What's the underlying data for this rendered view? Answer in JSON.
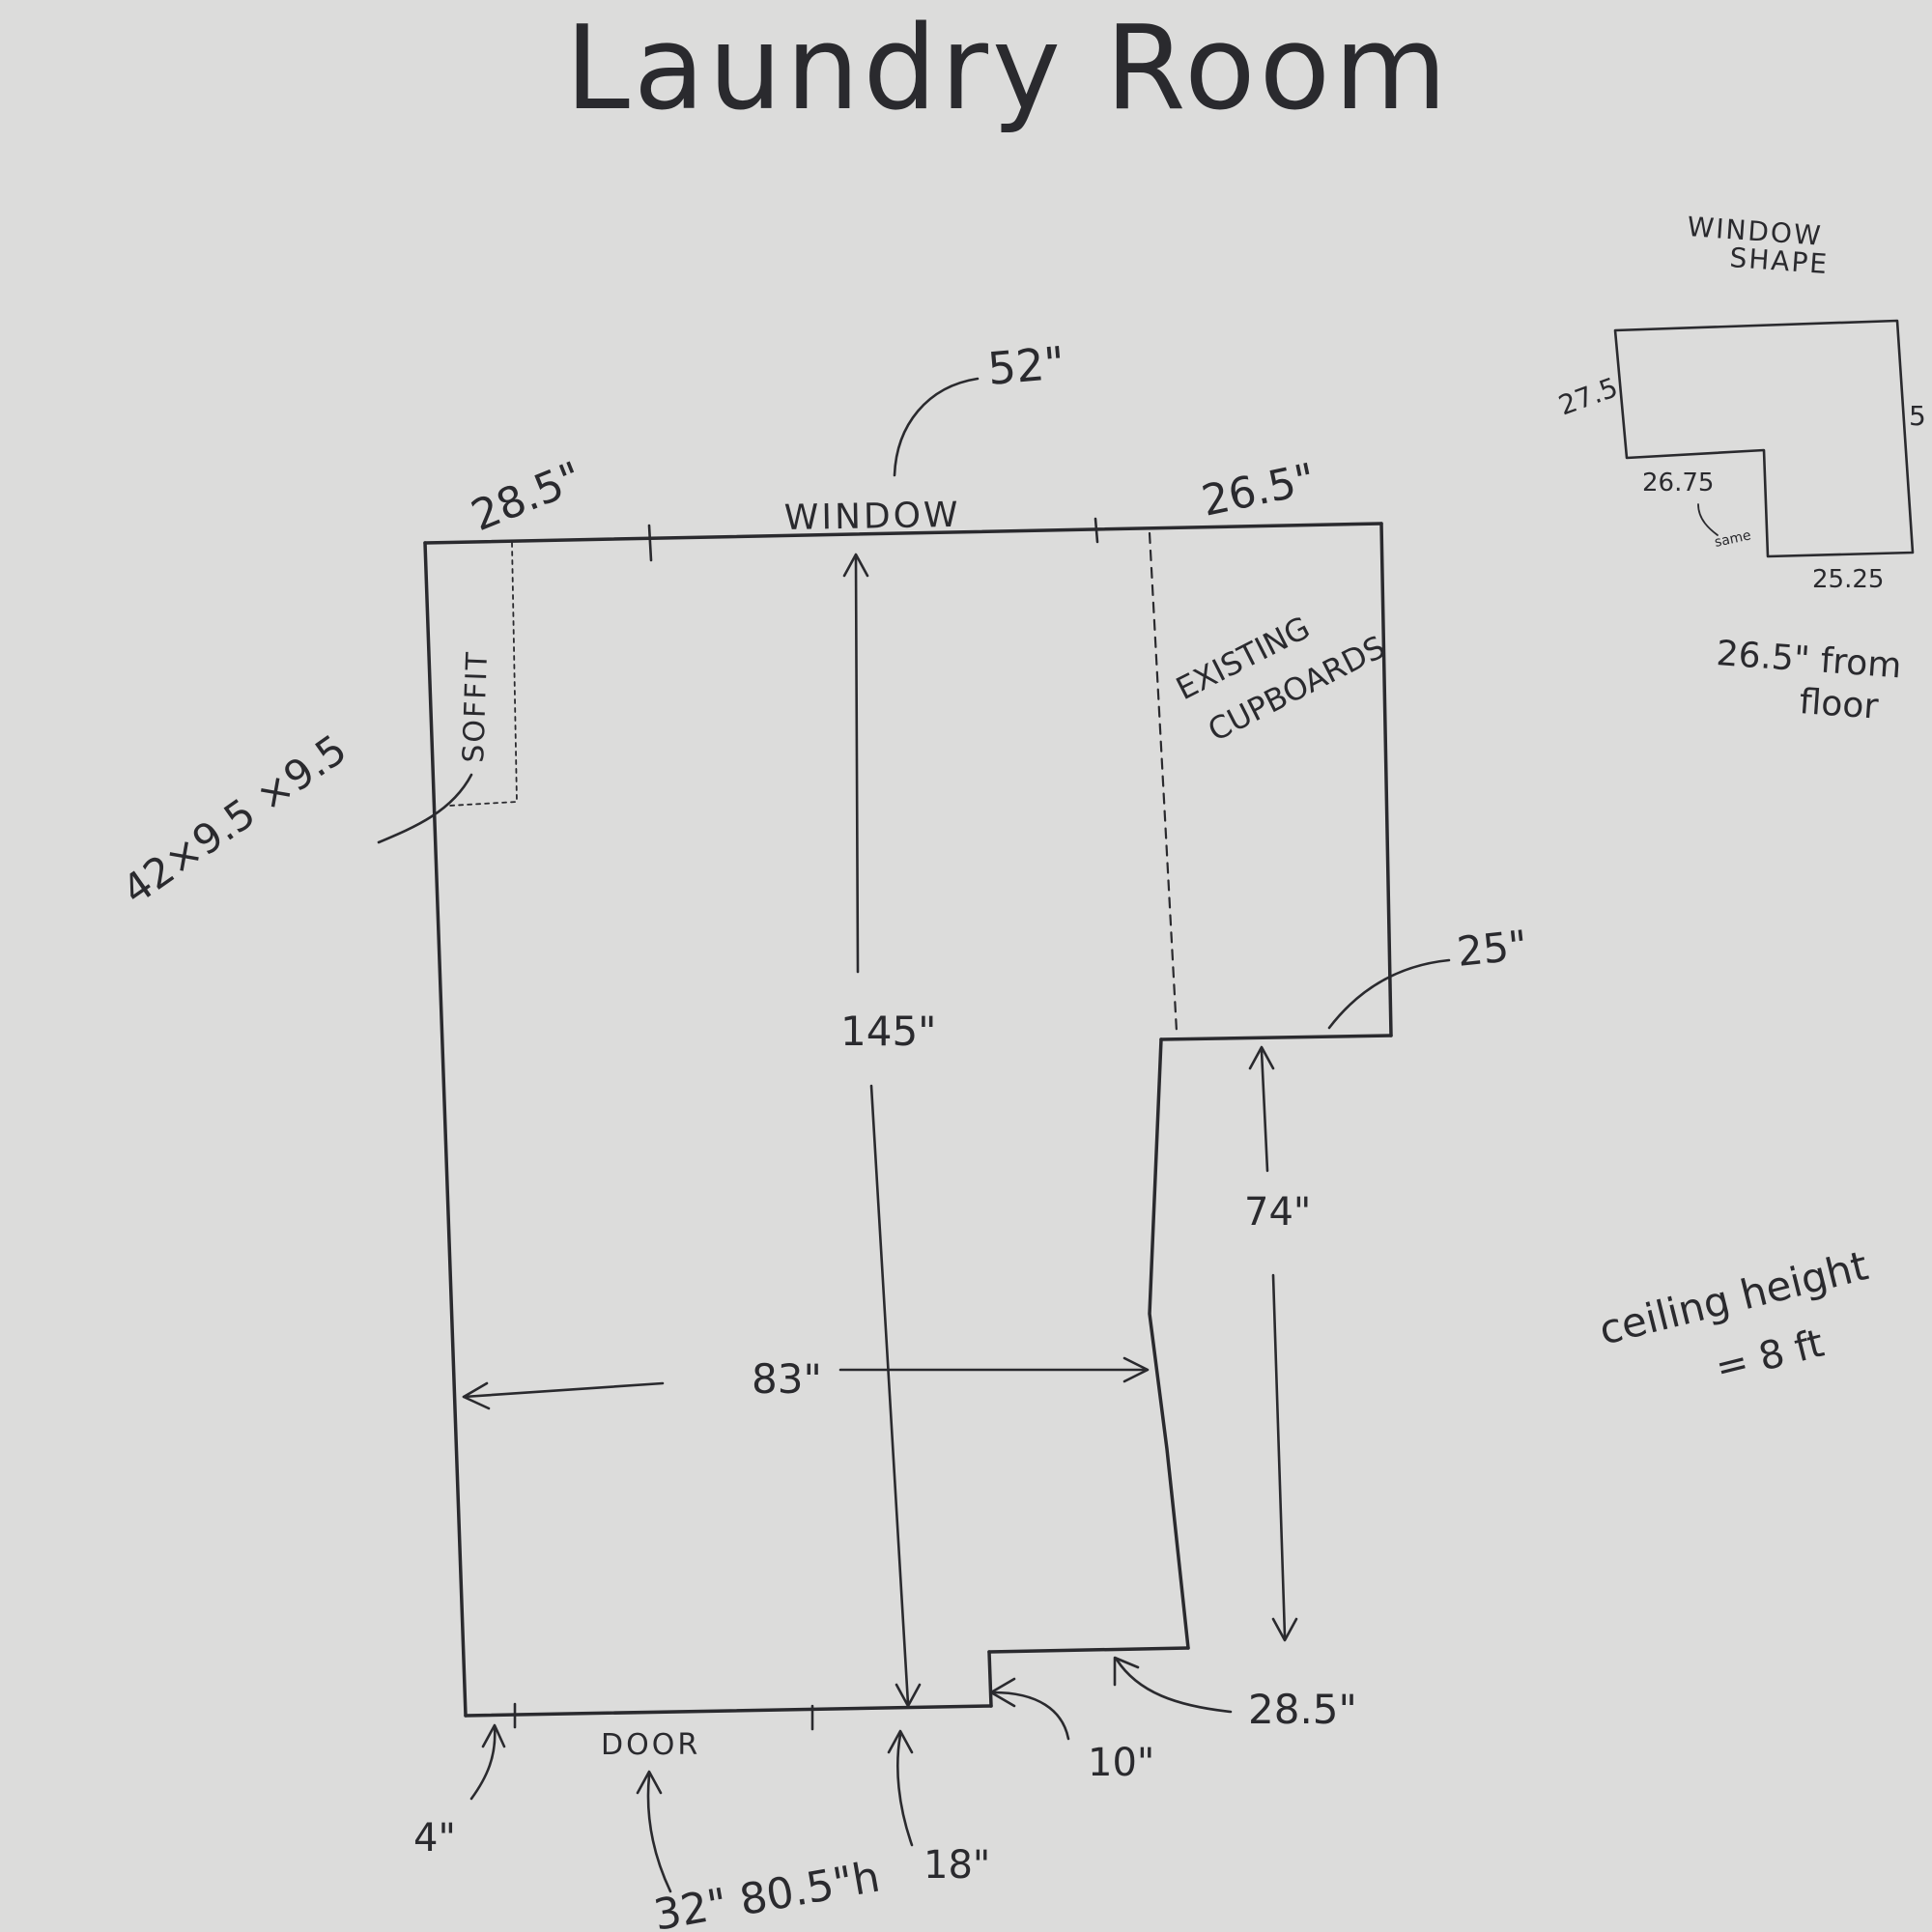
{
  "title": "Laundry Room",
  "room_labels": {
    "window": "WINDOW",
    "soffit": "SOFFIT",
    "existing_line1": "EXISTING",
    "existing_line2": "CUPBOARDS",
    "door": "DOOR"
  },
  "dimensions": {
    "window_left": "28.5\"",
    "window_width": "52\"",
    "window_right": "26.5\"",
    "soffit_size": "42×9.5 ×9.5",
    "length": "145\"",
    "width": "83\"",
    "step_top": "25\"",
    "step_height": "74\"",
    "step_bottom": "28.5\"",
    "jog": "10\"",
    "door_left": "4\"",
    "door_right": "18\"",
    "door_size": "32\" 80.5\"h"
  },
  "window_shape": {
    "heading_line1": "WINDOW",
    "heading_line2": "SHAPE",
    "left_side": "27.5",
    "top_right_partial": "5",
    "inner_bottom": "26.75",
    "bottom": "25.25",
    "note_small": "same",
    "from_floor_line1": "26.5\" from",
    "from_floor_line2": "floor"
  },
  "ceiling_note": {
    "line1": "ceiling height",
    "line2": "= 8 ft"
  },
  "colors": {
    "paper": "#dcdcdb",
    "ink": "#2a2a2e"
  }
}
